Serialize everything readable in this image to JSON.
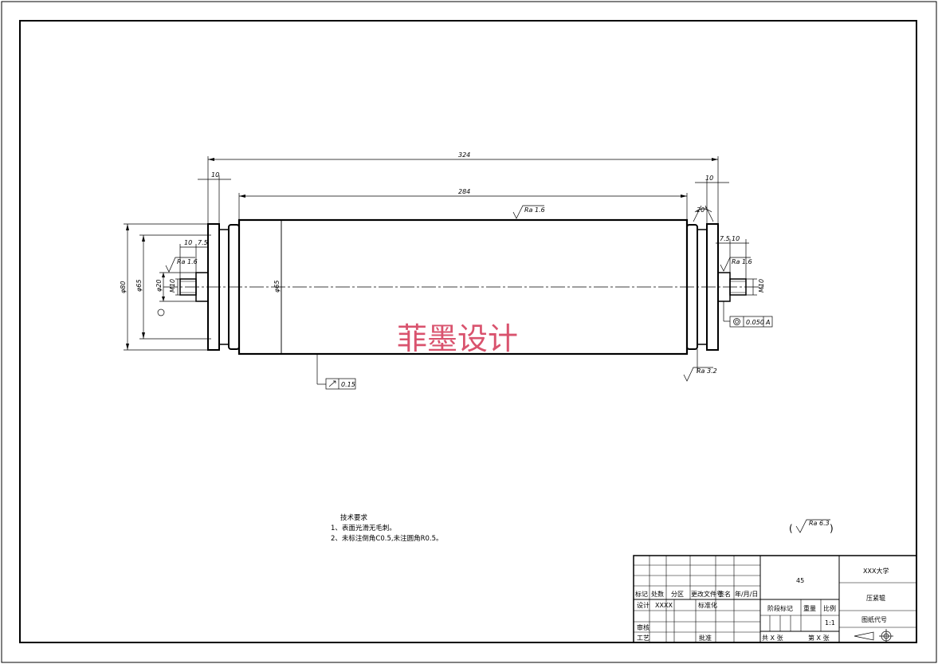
{
  "watermark": "菲墨设计",
  "dimensions": {
    "overall_length": "324",
    "roller_length": "284",
    "left_flange": "10",
    "right_flange": "10",
    "left_shoulder_1": "10",
    "left_shoulder_2": "7.5",
    "right_shoulder_1": "7.5",
    "right_shoulder_2": "10",
    "dia_outer": "φ80",
    "dia_hub": "φ65",
    "dia_shaft": "φ20",
    "dia_thread_left": "M10",
    "dia_roller": "φ65",
    "dia_thread_right": "M10",
    "angle": "20°",
    "roughness_top": "Ra 1.6",
    "roughness_left": "Ra 1.6",
    "roughness_right": "Ra 1.6",
    "roughness_bottom": "Ra 3.2",
    "runout_tol": "0.15",
    "conc_tol": "0.050",
    "datum": "A",
    "general_roughness": "Ra 6.3"
  },
  "notes": {
    "title": "技术要求",
    "line1": "1、表面光滑无毛刺。",
    "line2": "2、未标注倒角C0.5,未注圆角R0.5。"
  },
  "title_block": {
    "h_mark": "标记",
    "h_count": "处数",
    "h_zone": "分区",
    "h_docno": "更改文件号",
    "h_sign": "签名",
    "h_date": "年/月/日",
    "r_design": "设计",
    "designer": "XXXX",
    "r_std": "标准化",
    "r_check": "审核",
    "r_process": "工艺",
    "r_approve": "批准",
    "material": "45",
    "stage": "阶段标记",
    "weight": "重量",
    "scale_label": "比例",
    "scale": "1:1",
    "sheets_total": "共 X 张",
    "sheet_no": "第 X 张",
    "school": "XXX大学",
    "part_name": "压紧辊",
    "drawing_no": "图纸代号"
  }
}
